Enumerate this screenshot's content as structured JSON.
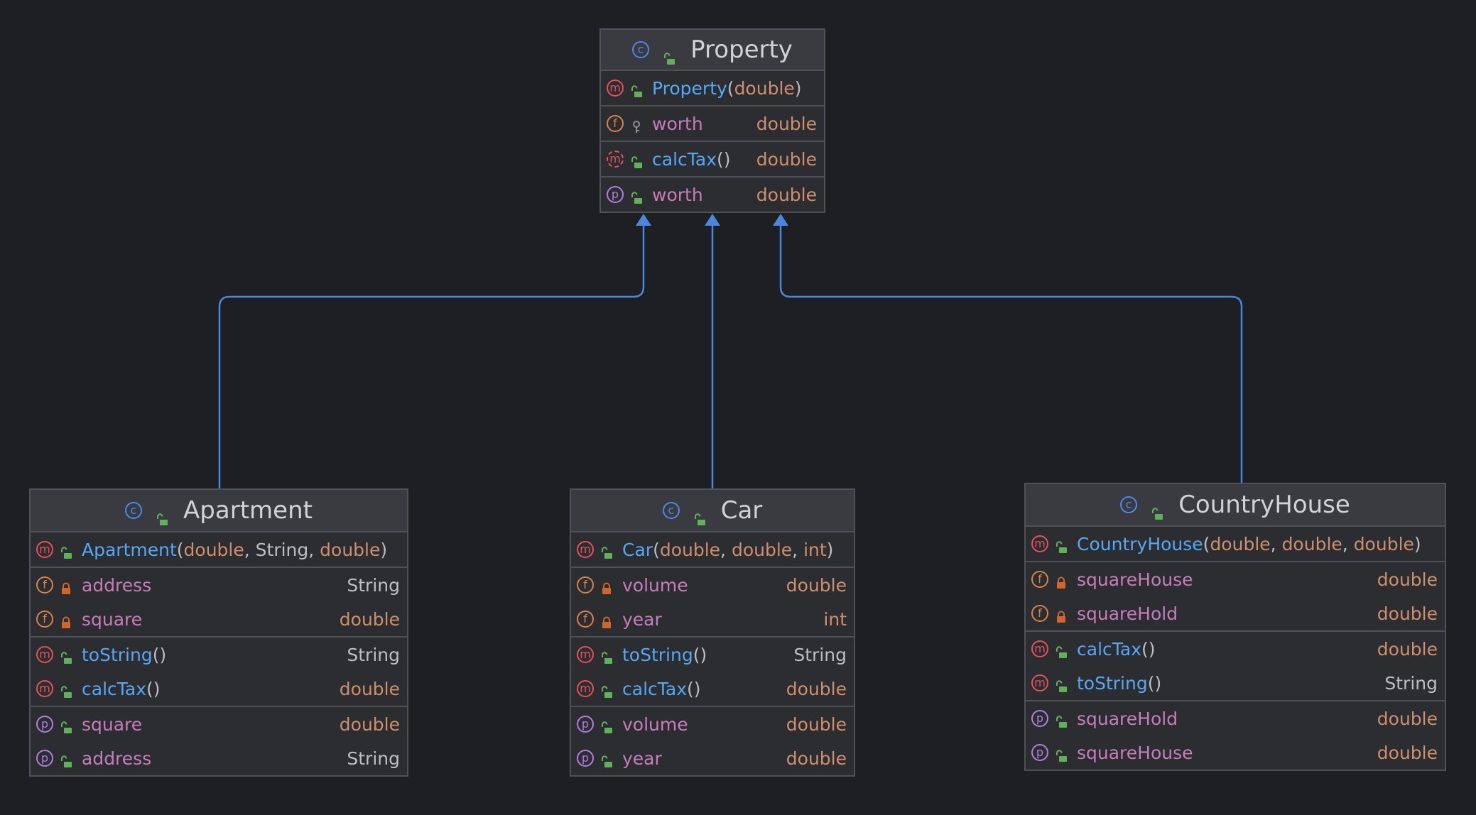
{
  "diagram": {
    "colors": {
      "background": "#1e1f22",
      "node_fill": "#2b2d30",
      "header_fill": "#393b40",
      "border": "#4e5157",
      "edge": "#4a88e0",
      "method_name": "#56a8f5",
      "field_name": "#c77dbb",
      "primitive_type": "#cf8e6d",
      "class_type": "#bcbec4"
    },
    "classes": [
      {
        "id": "Property",
        "name": "Property",
        "sections": [
          [
            {
              "kind": "m",
              "visibility": "public",
              "name": "Property",
              "params": [
                "double"
              ]
            }
          ],
          [
            {
              "kind": "f",
              "visibility": "package",
              "name": "worth",
              "type": "double"
            }
          ],
          [
            {
              "kind": "ma",
              "visibility": "public",
              "name": "calcTax",
              "params": [],
              "type": "double"
            }
          ],
          [
            {
              "kind": "p",
              "visibility": "public",
              "name": "worth",
              "type": "double"
            }
          ]
        ]
      },
      {
        "id": "Apartment",
        "name": "Apartment",
        "sections": [
          [
            {
              "kind": "m",
              "visibility": "public",
              "name": "Apartment",
              "params": [
                "double",
                "String",
                "double"
              ]
            }
          ],
          [
            {
              "kind": "f",
              "visibility": "private",
              "name": "address",
              "type": "String"
            },
            {
              "kind": "f",
              "visibility": "private",
              "name": "square",
              "type": "double"
            }
          ],
          [
            {
              "kind": "m",
              "visibility": "public",
              "name": "toString",
              "params": [],
              "type": "String"
            },
            {
              "kind": "m",
              "visibility": "public",
              "name": "calcTax",
              "params": [],
              "type": "double"
            }
          ],
          [
            {
              "kind": "p",
              "visibility": "public",
              "name": "square",
              "type": "double"
            },
            {
              "kind": "p",
              "visibility": "public",
              "name": "address",
              "type": "String"
            }
          ]
        ]
      },
      {
        "id": "Car",
        "name": "Car",
        "sections": [
          [
            {
              "kind": "m",
              "visibility": "public",
              "name": "Car",
              "params": [
                "double",
                "double",
                "int"
              ]
            }
          ],
          [
            {
              "kind": "f",
              "visibility": "private",
              "name": "volume",
              "type": "double"
            },
            {
              "kind": "f",
              "visibility": "private",
              "name": "year",
              "type": "int"
            }
          ],
          [
            {
              "kind": "m",
              "visibility": "public",
              "name": "toString",
              "params": [],
              "type": "String"
            },
            {
              "kind": "m",
              "visibility": "public",
              "name": "calcTax",
              "params": [],
              "type": "double"
            }
          ],
          [
            {
              "kind": "p",
              "visibility": "public",
              "name": "volume",
              "type": "double"
            },
            {
              "kind": "p",
              "visibility": "public",
              "name": "year",
              "type": "double"
            }
          ]
        ]
      },
      {
        "id": "CountryHouse",
        "name": "CountryHouse",
        "sections": [
          [
            {
              "kind": "m",
              "visibility": "public",
              "name": "CountryHouse",
              "params": [
                "double",
                "double",
                "double"
              ]
            }
          ],
          [
            {
              "kind": "f",
              "visibility": "private",
              "name": "squareHouse",
              "type": "double"
            },
            {
              "kind": "f",
              "visibility": "private",
              "name": "squareHold",
              "type": "double"
            }
          ],
          [
            {
              "kind": "m",
              "visibility": "public",
              "name": "calcTax",
              "params": [],
              "type": "double"
            },
            {
              "kind": "m",
              "visibility": "public",
              "name": "toString",
              "params": [],
              "type": "String"
            }
          ],
          [
            {
              "kind": "p",
              "visibility": "public",
              "name": "squareHold",
              "type": "double"
            },
            {
              "kind": "p",
              "visibility": "public",
              "name": "squareHouse",
              "type": "double"
            }
          ]
        ]
      }
    ],
    "inheritance": [
      {
        "from": "Apartment",
        "to": "Property"
      },
      {
        "from": "Car",
        "to": "Property"
      },
      {
        "from": "CountryHouse",
        "to": "Property"
      }
    ]
  }
}
